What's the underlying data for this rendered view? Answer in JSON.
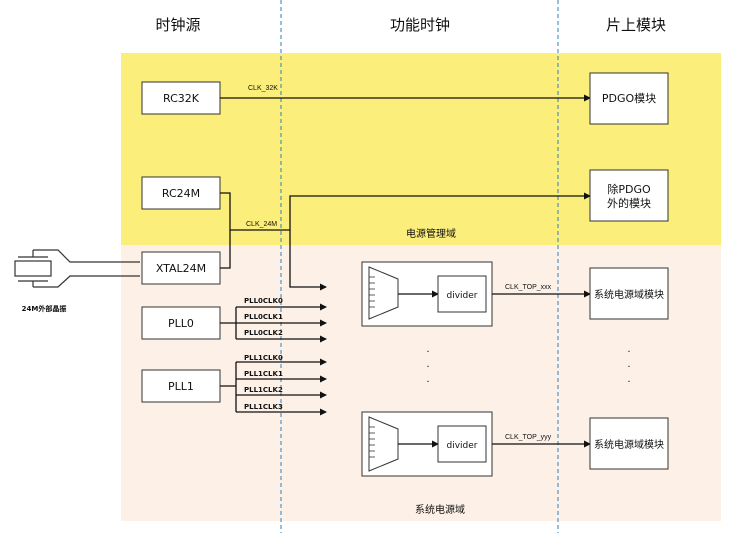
{
  "columns": {
    "col1": "时钟源",
    "col2": "功能时钟",
    "col3": "片上模块"
  },
  "domains": {
    "pdgo_domain": "电源管理域",
    "system_domain": "系统电源域"
  },
  "sources": {
    "rc32k": "RC32K",
    "rc24m": "RC24M",
    "xtal24m": "XTAL24M",
    "pll0": "PLL0",
    "pll1": "PLL1",
    "crystal_label": "24M外部晶振"
  },
  "signals": {
    "clk_32k": "CLK_32K",
    "clk_24m": "CLK_24M",
    "pll0_outputs": [
      "PLL0CLK0",
      "PLL0CLK1",
      "PLL0CLK2"
    ],
    "pll1_outputs": [
      "PLL1CLK0",
      "PLL1CLK1",
      "PLL1CLK2",
      "PLL1CLK3"
    ],
    "clk_top_xxx": "CLK_TOP_xxx",
    "clk_top_yyy": "CLK_TOP_yyy"
  },
  "functional": {
    "divider_top": "divider",
    "divider_bottom": "divider",
    "ellipsis": "·"
  },
  "modules": {
    "pdgo": "PDGO模块",
    "non_pdgo_line1": "除PDGO",
    "non_pdgo_line2": "外的模块",
    "sys_module_top": "系统电源域模块",
    "sys_module_bottom": "系统电源域模块"
  },
  "colors": {
    "pdgo_bg": "#fbee7a",
    "system_bg": "#fdf1e7",
    "divider_line": "#2e7fb8"
  }
}
